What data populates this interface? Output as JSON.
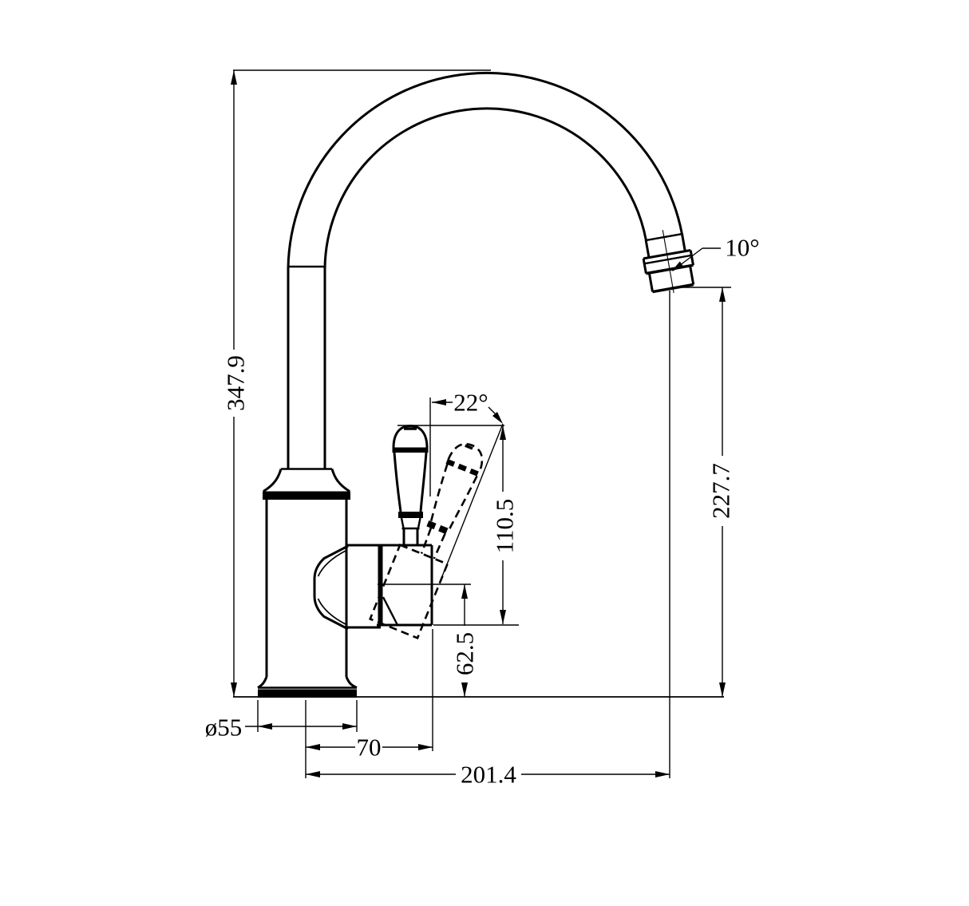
{
  "style": {
    "background": "#ffffff",
    "line_color": "#000000"
  },
  "drawing": {
    "kind": "technical-dimension-drawing",
    "subject": "gooseneck-kitchen-faucet-side-view"
  },
  "dims": {
    "overall_height": "347.9",
    "outlet_height": "227.7",
    "handle_top_height": "110.5",
    "valve_center_height": "62.5",
    "base_diameter": "ø55",
    "handle_center_offset": "70",
    "spout_reach": "201.4",
    "handle_swing_angle": "22°",
    "outlet_tilt_angle": "10°"
  }
}
